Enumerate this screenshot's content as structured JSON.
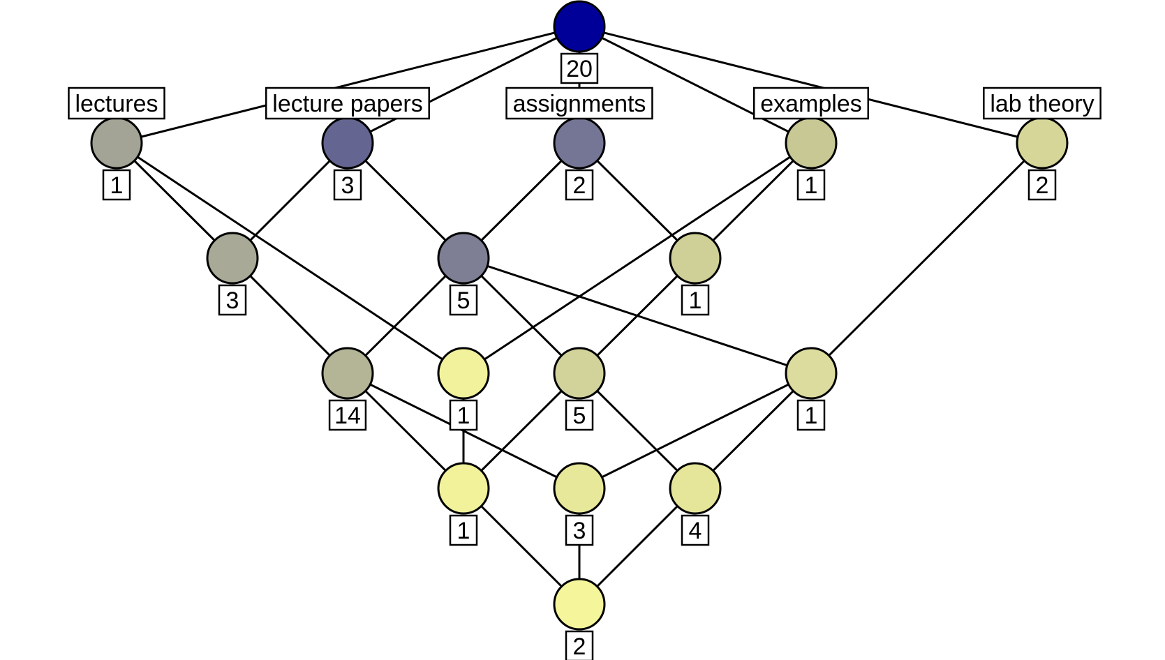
{
  "diagram": {
    "type": "concept-lattice",
    "nodes": [
      {
        "id": "top",
        "count": "20",
        "label": "",
        "color": "#000099"
      },
      {
        "id": "lectures",
        "count": "1",
        "label": "lectures",
        "color": "#a3a396"
      },
      {
        "id": "lecture-papers",
        "count": "3",
        "label": "lecture papers",
        "color": "#656591"
      },
      {
        "id": "assignments",
        "count": "2",
        "label": "assignments",
        "color": "#757595"
      },
      {
        "id": "examples",
        "count": "1",
        "label": "examples",
        "color": "#c8c895"
      },
      {
        "id": "lab-theory",
        "count": "2",
        "label": "lab theory",
        "color": "#d6d698"
      },
      {
        "id": "r2-a",
        "count": "3",
        "label": "",
        "color": "#a9a997"
      },
      {
        "id": "r2-b",
        "count": "5",
        "label": "",
        "color": "#7e7e95"
      },
      {
        "id": "r2-c",
        "count": "1",
        "label": "",
        "color": "#cfcf98"
      },
      {
        "id": "r3-a",
        "count": "14",
        "label": "",
        "color": "#b4b496"
      },
      {
        "id": "r3-b",
        "count": "1",
        "label": "",
        "color": "#f2f29c"
      },
      {
        "id": "r3-c",
        "count": "5",
        "label": "",
        "color": "#d2d29b"
      },
      {
        "id": "r3-d",
        "count": "1",
        "label": "",
        "color": "#dcdc9e"
      },
      {
        "id": "r4-a",
        "count": "1",
        "label": "",
        "color": "#f2f29b"
      },
      {
        "id": "r4-b",
        "count": "3",
        "label": "",
        "color": "#e8e89b"
      },
      {
        "id": "r4-c",
        "count": "4",
        "label": "",
        "color": "#e6e69b"
      },
      {
        "id": "bottom",
        "count": "2",
        "label": "",
        "color": "#f5f59b"
      }
    ],
    "edges": [
      [
        "top",
        "lectures"
      ],
      [
        "top",
        "lecture-papers"
      ],
      [
        "top",
        "assignments"
      ],
      [
        "top",
        "examples"
      ],
      [
        "top",
        "lab-theory"
      ],
      [
        "lectures",
        "r2-a"
      ],
      [
        "lectures",
        "r3-b"
      ],
      [
        "lecture-papers",
        "r2-a"
      ],
      [
        "lecture-papers",
        "r2-b"
      ],
      [
        "assignments",
        "r2-b"
      ],
      [
        "assignments",
        "r2-c"
      ],
      [
        "examples",
        "r2-c"
      ],
      [
        "examples",
        "r3-b"
      ],
      [
        "lab-theory",
        "r3-d"
      ],
      [
        "r2-a",
        "r3-a"
      ],
      [
        "r2-b",
        "r3-a"
      ],
      [
        "r2-b",
        "r3-c"
      ],
      [
        "r2-b",
        "r3-d"
      ],
      [
        "r2-c",
        "r3-c"
      ],
      [
        "r3-a",
        "r4-a"
      ],
      [
        "r3-a",
        "r4-b"
      ],
      [
        "r3-b",
        "r4-a"
      ],
      [
        "r3-c",
        "r4-a"
      ],
      [
        "r3-c",
        "r4-c"
      ],
      [
        "r3-d",
        "r4-b"
      ],
      [
        "r3-d",
        "r4-c"
      ],
      [
        "r4-a",
        "bottom"
      ],
      [
        "r4-b",
        "bottom"
      ],
      [
        "r4-c",
        "bottom"
      ]
    ]
  }
}
